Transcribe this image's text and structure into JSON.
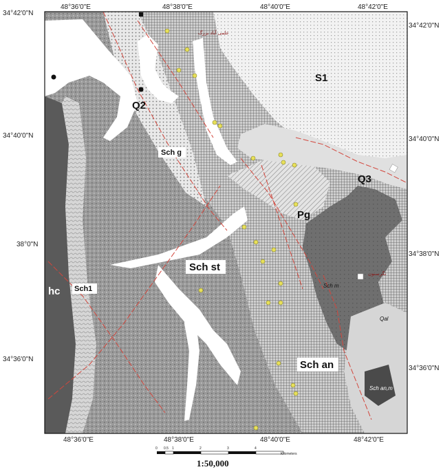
{
  "map": {
    "latitude_labels_left": [
      "34°42'0\"N",
      "34°40'0\"N",
      "38°0\"N",
      "34°36'0\"N"
    ],
    "latitude_labels_right": [
      "34°42'0\"N",
      "34°40'0\"N",
      "34°38'0\"N",
      "34°36'0\"N"
    ],
    "longitude_labels_top": [
      "48°36'0\"E",
      "48°38'0\"E",
      "48°40'0\"E",
      "48°42'0\"E"
    ],
    "longitude_labels_bottom": [
      "48°36'0\"E",
      "48°38'0\"E",
      "48°40'0\"E",
      "48°42'0\"E"
    ],
    "units": {
      "s1": "S1",
      "q2": "Q2",
      "q3": "Q3",
      "pg": "Pg",
      "sch_g": "Sch g",
      "sch_st": "Sch st",
      "sch_an": "Sch an",
      "sch1": "Sch1",
      "hc": "hc",
      "sch_m": "Sch m",
      "qal": "Qal",
      "sch_an_m": "Sch an,m"
    },
    "place_names": [
      "علمی آباد بزرگ",
      "نگرسنون"
    ],
    "scale": {
      "ticks": [
        "0",
        "0.5",
        "1",
        "2",
        "3",
        "4"
      ],
      "unit": "Kilometers",
      "ratio": "1:50,000"
    }
  }
}
